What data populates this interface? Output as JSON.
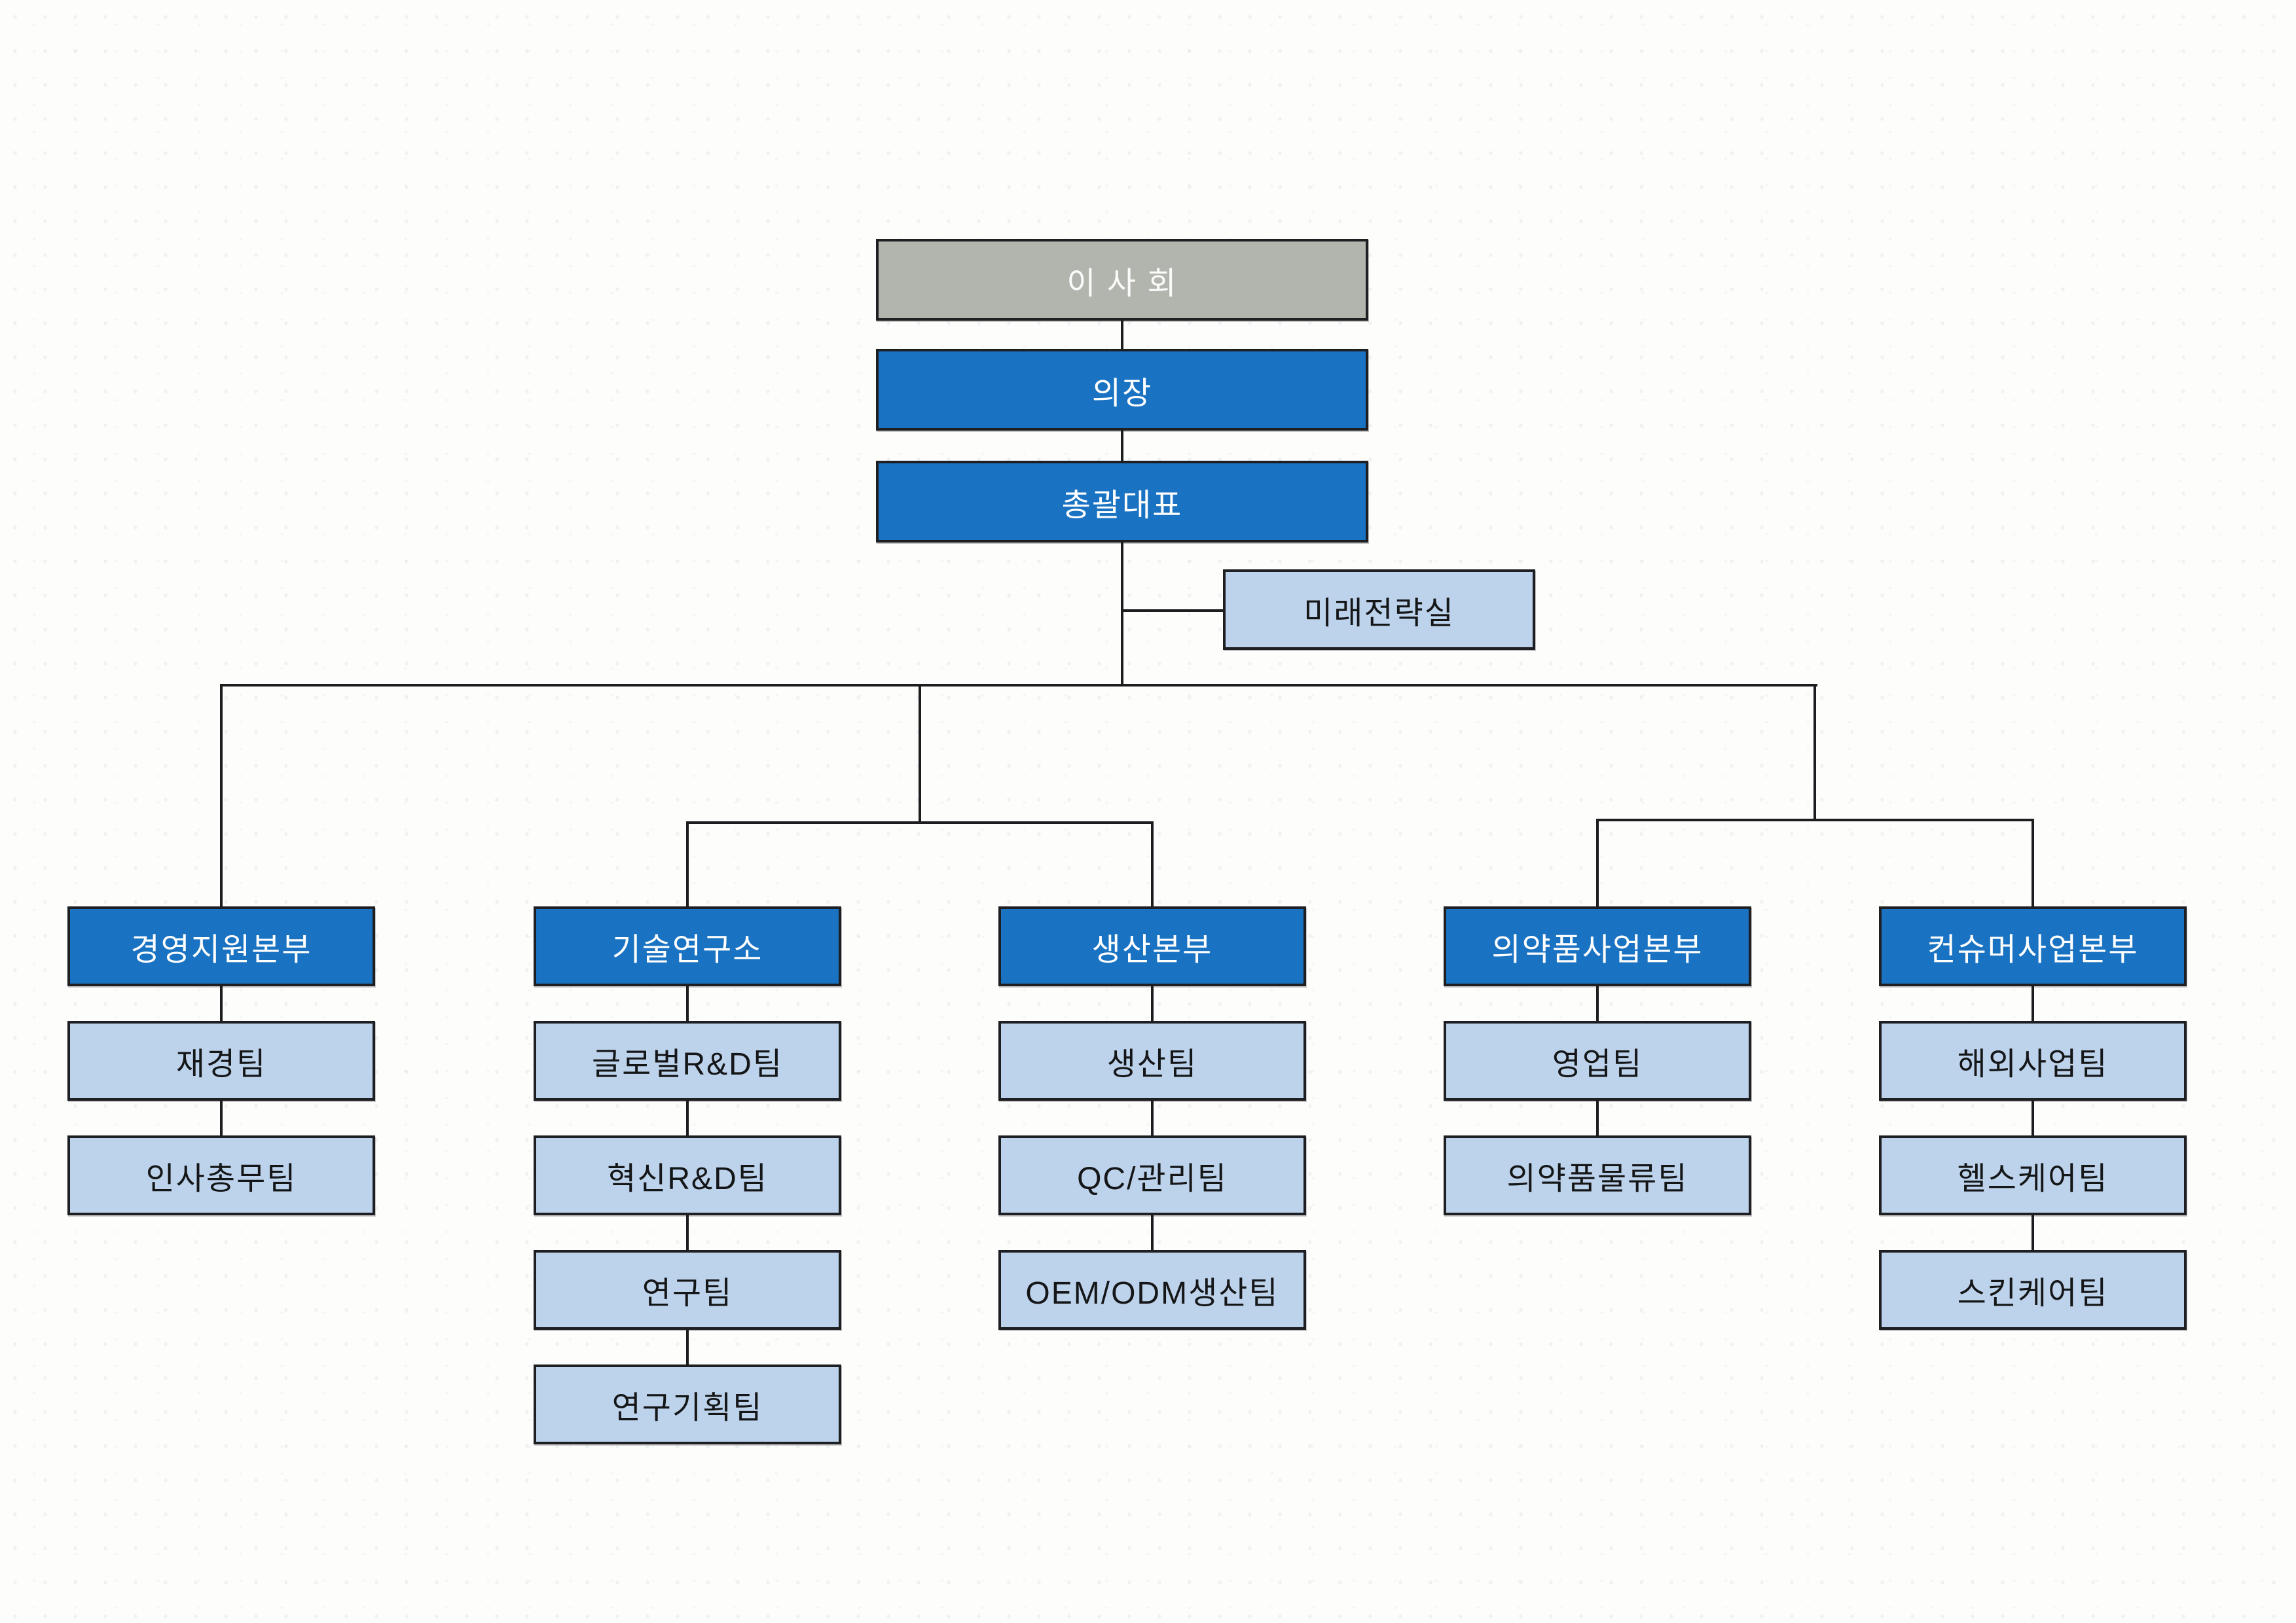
{
  "colors": {
    "primary_blue": "#1973c2",
    "light_blue": "#bdd3ec",
    "gray": "#b2b4ae",
    "line_black": "#1c1d1f",
    "text_on_light": "#151617",
    "text_on_dark": "#fefefe"
  },
  "top": {
    "board": "이 사 회",
    "chairman": "의장",
    "ceo": "총괄대표",
    "staff_office": "미래전략실"
  },
  "branches": [
    {
      "id": "management-support",
      "head": "경영지원본부",
      "teams": [
        "재경팀",
        "인사총무팀"
      ]
    },
    {
      "id": "tech-research",
      "head": "기술연구소",
      "teams": [
        "글로벌R&D팀",
        "혁신R&D팀",
        "연구팀",
        "연구기획팀"
      ]
    },
    {
      "id": "production",
      "head": "생산본부",
      "teams": [
        "생산팀",
        "QC/관리팀",
        "OEM/ODM생산팀"
      ]
    },
    {
      "id": "pharma-business",
      "head": "의약품사업본부",
      "teams": [
        "영업팀",
        "의약품물류팀"
      ]
    },
    {
      "id": "consumer-business",
      "head": "컨슈머사업본부",
      "teams": [
        "해외사업팀",
        "헬스케어팀",
        "스킨케어팀"
      ]
    }
  ]
}
